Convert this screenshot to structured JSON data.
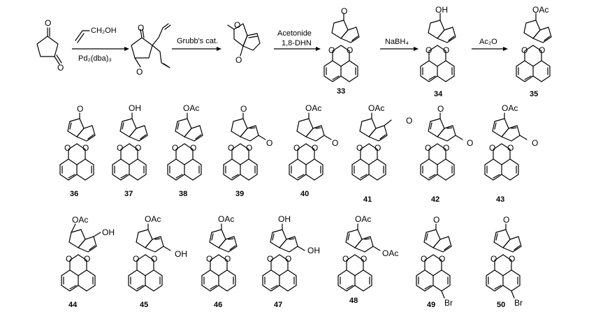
{
  "scheme": {
    "reagents": [
      {
        "id": "r1",
        "line1": "CH₂OH",
        "line2": "Pd₂(dba)₃"
      },
      {
        "id": "r2",
        "line1": "Grubb's cat.",
        "line2": ""
      },
      {
        "id": "r3",
        "line1": "Acetonide",
        "line2": "1,8-DHN"
      },
      {
        "id": "r4",
        "line1": "NaBH₄",
        "line2": ""
      },
      {
        "id": "r5",
        "line1": "Ac₂O",
        "line2": ""
      }
    ],
    "compounds": {
      "c33": "33",
      "c34": "34",
      "c35": "35",
      "c36": "36",
      "c37": "37",
      "c38": "38",
      "c39": "39",
      "c40": "40",
      "c41": "41",
      "c42": "42",
      "c43": "43",
      "c44": "44",
      "c45": "45",
      "c46": "46",
      "c47": "47",
      "c48": "48",
      "c49": "49",
      "c50": "50"
    },
    "atoms": {
      "O": "O",
      "OH": "OH",
      "OAc": "OAc",
      "Br": "Br"
    }
  }
}
